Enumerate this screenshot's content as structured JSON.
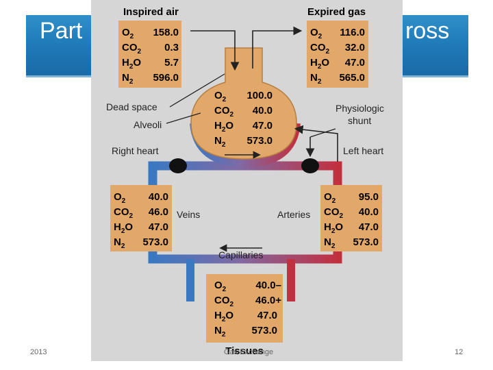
{
  "slide": {
    "title_left": "Part",
    "title_right": "ross",
    "footer_left": "2013",
    "footer_center": "Gas Exchange",
    "footer_right": "12"
  },
  "figure": {
    "inspired": {
      "label": "Inspired air",
      "o2": "158.0",
      "co2": "0.3",
      "h2o": "5.7",
      "n2": "596.0"
    },
    "expired": {
      "label": "Expired gas",
      "o2": "116.0",
      "co2": "32.0",
      "h2o": "47.0",
      "n2": "565.0"
    },
    "alveoli": {
      "o2": "100.0",
      "co2": "40.0",
      "h2o": "47.0",
      "n2": "573.0"
    },
    "veins": {
      "label": "Veins",
      "o2": "40.0",
      "co2": "46.0",
      "h2o": "47.0",
      "n2": "573.0"
    },
    "arteries": {
      "label": "Arteries",
      "o2": "95.0",
      "co2": "40.0",
      "h2o": "47.0",
      "n2": "573.0"
    },
    "tissues": {
      "label": "Tissues",
      "o2": "40.0–",
      "co2": "46.0+",
      "h2o": "47.0",
      "n2": "573.0"
    },
    "labels": {
      "dead_space": "Dead space",
      "alveoli": "Alveoli",
      "physiologic": "Physiologic",
      "shunt": "shunt",
      "right_heart": "Right heart",
      "left_heart": "Left heart",
      "capillaries": "Capillaries"
    },
    "gases": {
      "o2": "O",
      "co2": "CO",
      "h2o": "H",
      "h2o_tail": "O",
      "n2": "N",
      "sub2": "2"
    }
  },
  "colors": {
    "box": "#e2a869",
    "venous": "#3a78c2",
    "arterial": "#c23040",
    "title_bar": "#1e78b6"
  }
}
